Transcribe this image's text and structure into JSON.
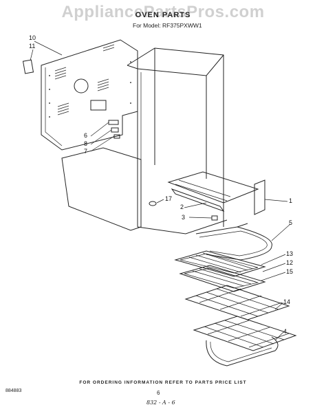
{
  "watermark": "AppliancePartsPros.com",
  "title": "OVEN PARTS",
  "model_line": "For Model: RF375PXWW1",
  "callouts": [
    "10",
    "11",
    "6",
    "8",
    "7",
    "17",
    "2",
    "3",
    "1",
    "5",
    "13",
    "12",
    "15",
    "14",
    "4"
  ],
  "footer_text": "FOR ORDERING INFORMATION REFER TO PARTS PRICE LIST",
  "doc_number": "884883",
  "page_number": "6",
  "handwritten_note": "832 - A - 6"
}
